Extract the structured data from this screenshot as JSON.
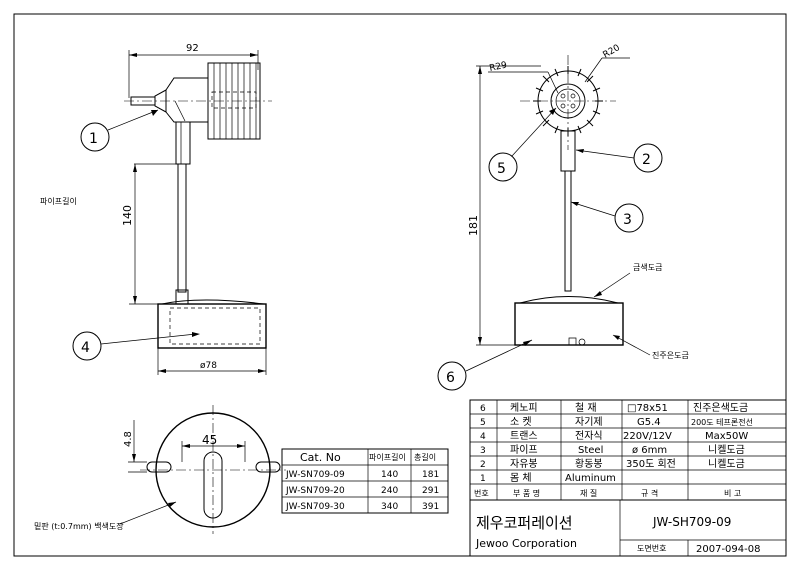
{
  "dimensions": {
    "width_top": "92",
    "pipe_length_dim": "140",
    "base_diameter": "ø78",
    "radius_left": "R29",
    "radius_right": "R20",
    "overall_height": "181",
    "bottom_small": "4.8",
    "bottom_hole_spacing": "45"
  },
  "balloons": [
    "1",
    "2",
    "3",
    "4",
    "5",
    "6"
  ],
  "annotations": {
    "pipe_length": "파이프길이",
    "gold_plating": "금색도금",
    "pearl_plating": "진주은도금",
    "bottom_plate": "밑판 (t:0.7mm) 백색도장"
  },
  "cat_table": {
    "headers": [
      "Cat. No",
      "파이프길이",
      "총길이"
    ],
    "rows": [
      [
        "JW-SN709-09",
        "140",
        "181"
      ],
      [
        "JW-SN709-20",
        "240",
        "291"
      ],
      [
        "JW-SN709-30",
        "340",
        "391"
      ]
    ]
  },
  "bom": {
    "rows": [
      [
        "6",
        "케노피",
        "철 재",
        "□78x51",
        "진주은색도금"
      ],
      [
        "5",
        "소 켓",
        "자기제",
        "G5.4",
        "200도 테프론전선"
      ],
      [
        "4",
        "트랜스",
        "전자식",
        "220V/12V",
        "Max50W"
      ],
      [
        "3",
        "파이프",
        "Steel",
        "ø 6mm",
        "니켈도금"
      ],
      [
        "2",
        "자유봉",
        "황동봉",
        "350도 회전",
        "니켈도금"
      ],
      [
        "1",
        "몸 체",
        "Aluminum",
        "",
        ""
      ]
    ],
    "header": [
      "번호",
      "부 품 명",
      "재 질",
      "규 격",
      "비 고"
    ]
  },
  "title_block": {
    "company_kr": "제우코퍼레이션",
    "company_en": "Jewoo Corporation",
    "model": "JW-SH709-09",
    "drawing_no_label": "도면번호",
    "drawing_no": "2007-094-08"
  }
}
